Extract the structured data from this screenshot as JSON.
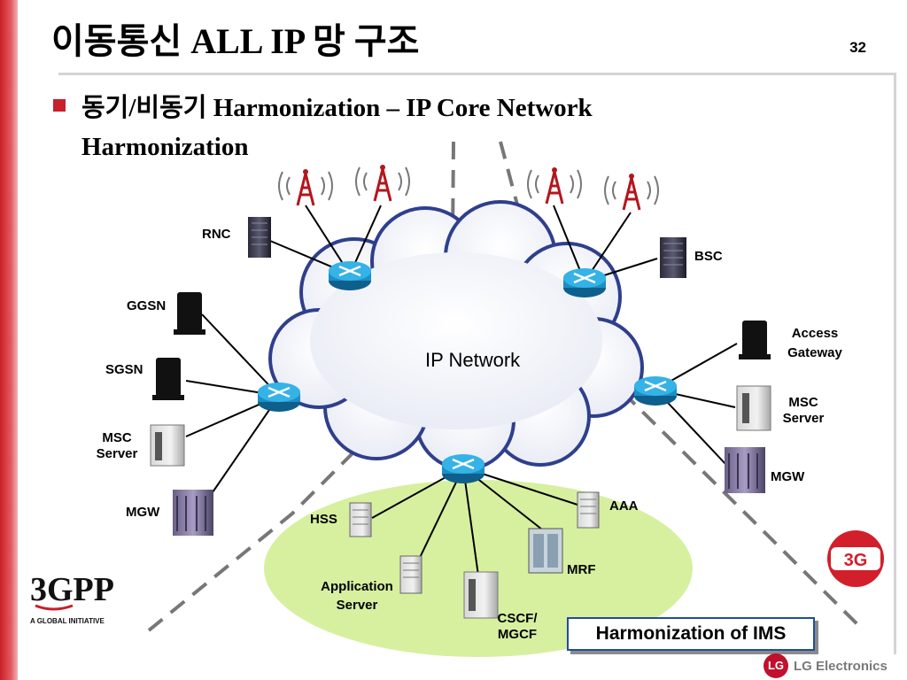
{
  "slide": {
    "title": "이동통신 ALL IP 망 구조",
    "page_number": "32",
    "bullet": "동기/비동기 Harmonization – IP Core Network Harmonization"
  },
  "diagram": {
    "cloud_label": "IP Network",
    "ims_caption": "Harmonization of IMS",
    "labels": {
      "rnc": "RNC",
      "bsc": "BSC",
      "ggsn": "GGSN",
      "sgsn": "SGSN",
      "msc_server_left": "MSC Server",
      "mgw_left": "MGW",
      "access_gateway": "Access Gateway",
      "msc_server_right": "MSC Server",
      "mgw_right": "MGW",
      "hss": "HSS",
      "aaa": "AAA",
      "mrf": "MRF",
      "application_server": "Application Server",
      "cscf_mgcf": "CSCF/ MGCF"
    }
  },
  "logos": {
    "threegpp_text": "3GPP",
    "threegpp_tagline": "A GLOBAL INITIATIVE",
    "badge_3g": "3G",
    "lg_mark": "LG",
    "lg_text": "LG Electronics"
  },
  "colors": {
    "accent_red": "#c8202a",
    "router_blue": "#1b8fc8",
    "ims_green": "#d6f0a0",
    "cloud_outline": "#2f3f8c",
    "box_border": "#1f4e9a"
  }
}
